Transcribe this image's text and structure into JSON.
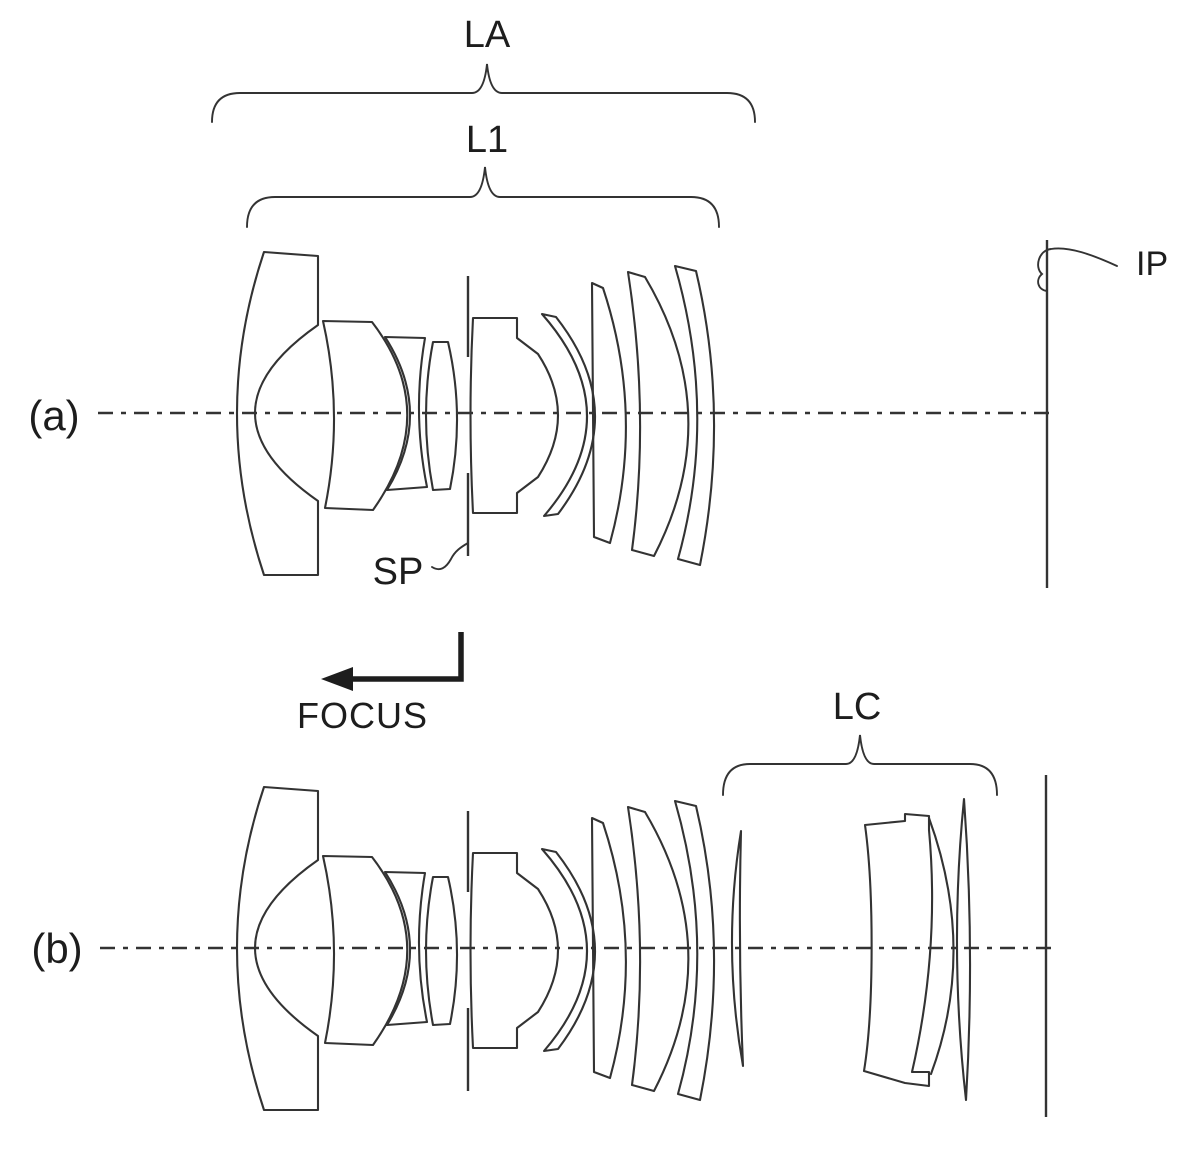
{
  "figure": {
    "background": "#ffffff",
    "line_color": "#333333",
    "text_color": "#1d1d1d",
    "labels": {
      "lens_assembly": "LA",
      "first_lens_group": "L1",
      "sub_figure_a": "(a)",
      "aperture_stop": "SP",
      "image_plane": "IP",
      "focus_direction": "FOCUS",
      "converter_lens_group": "LC",
      "sub_figure_b": "(b)"
    }
  }
}
